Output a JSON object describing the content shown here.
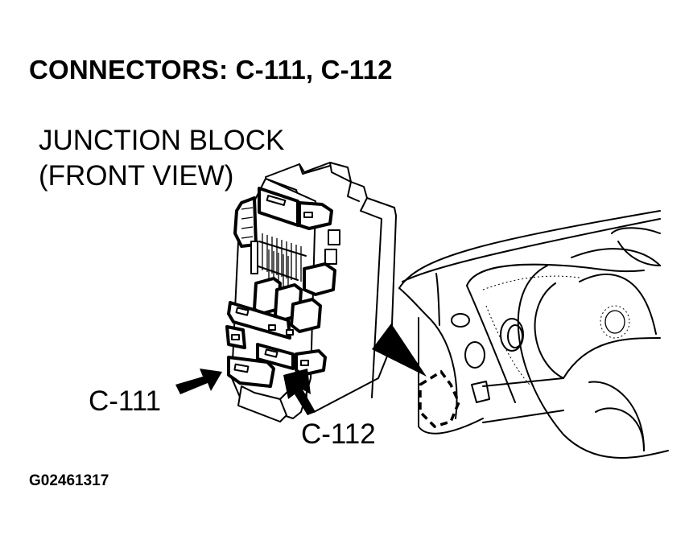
{
  "diagram": {
    "title": "CONNECTORS: C-111, C-112",
    "component_label_line1": "JUNCTION BLOCK",
    "component_label_line2": "(FRONT VIEW)",
    "callouts": [
      {
        "id": "c111",
        "label": "C-111"
      },
      {
        "id": "c112",
        "label": "C-112"
      }
    ],
    "figure_id": "G02461317",
    "illustrations": {
      "junction_block": "junction-block-front-view",
      "dashboard": "instrument-panel-driver-side",
      "locator_indicator": "dashed-outline-location-on-dash"
    },
    "colors": {
      "background": "#ffffff",
      "ink": "#000000"
    }
  }
}
